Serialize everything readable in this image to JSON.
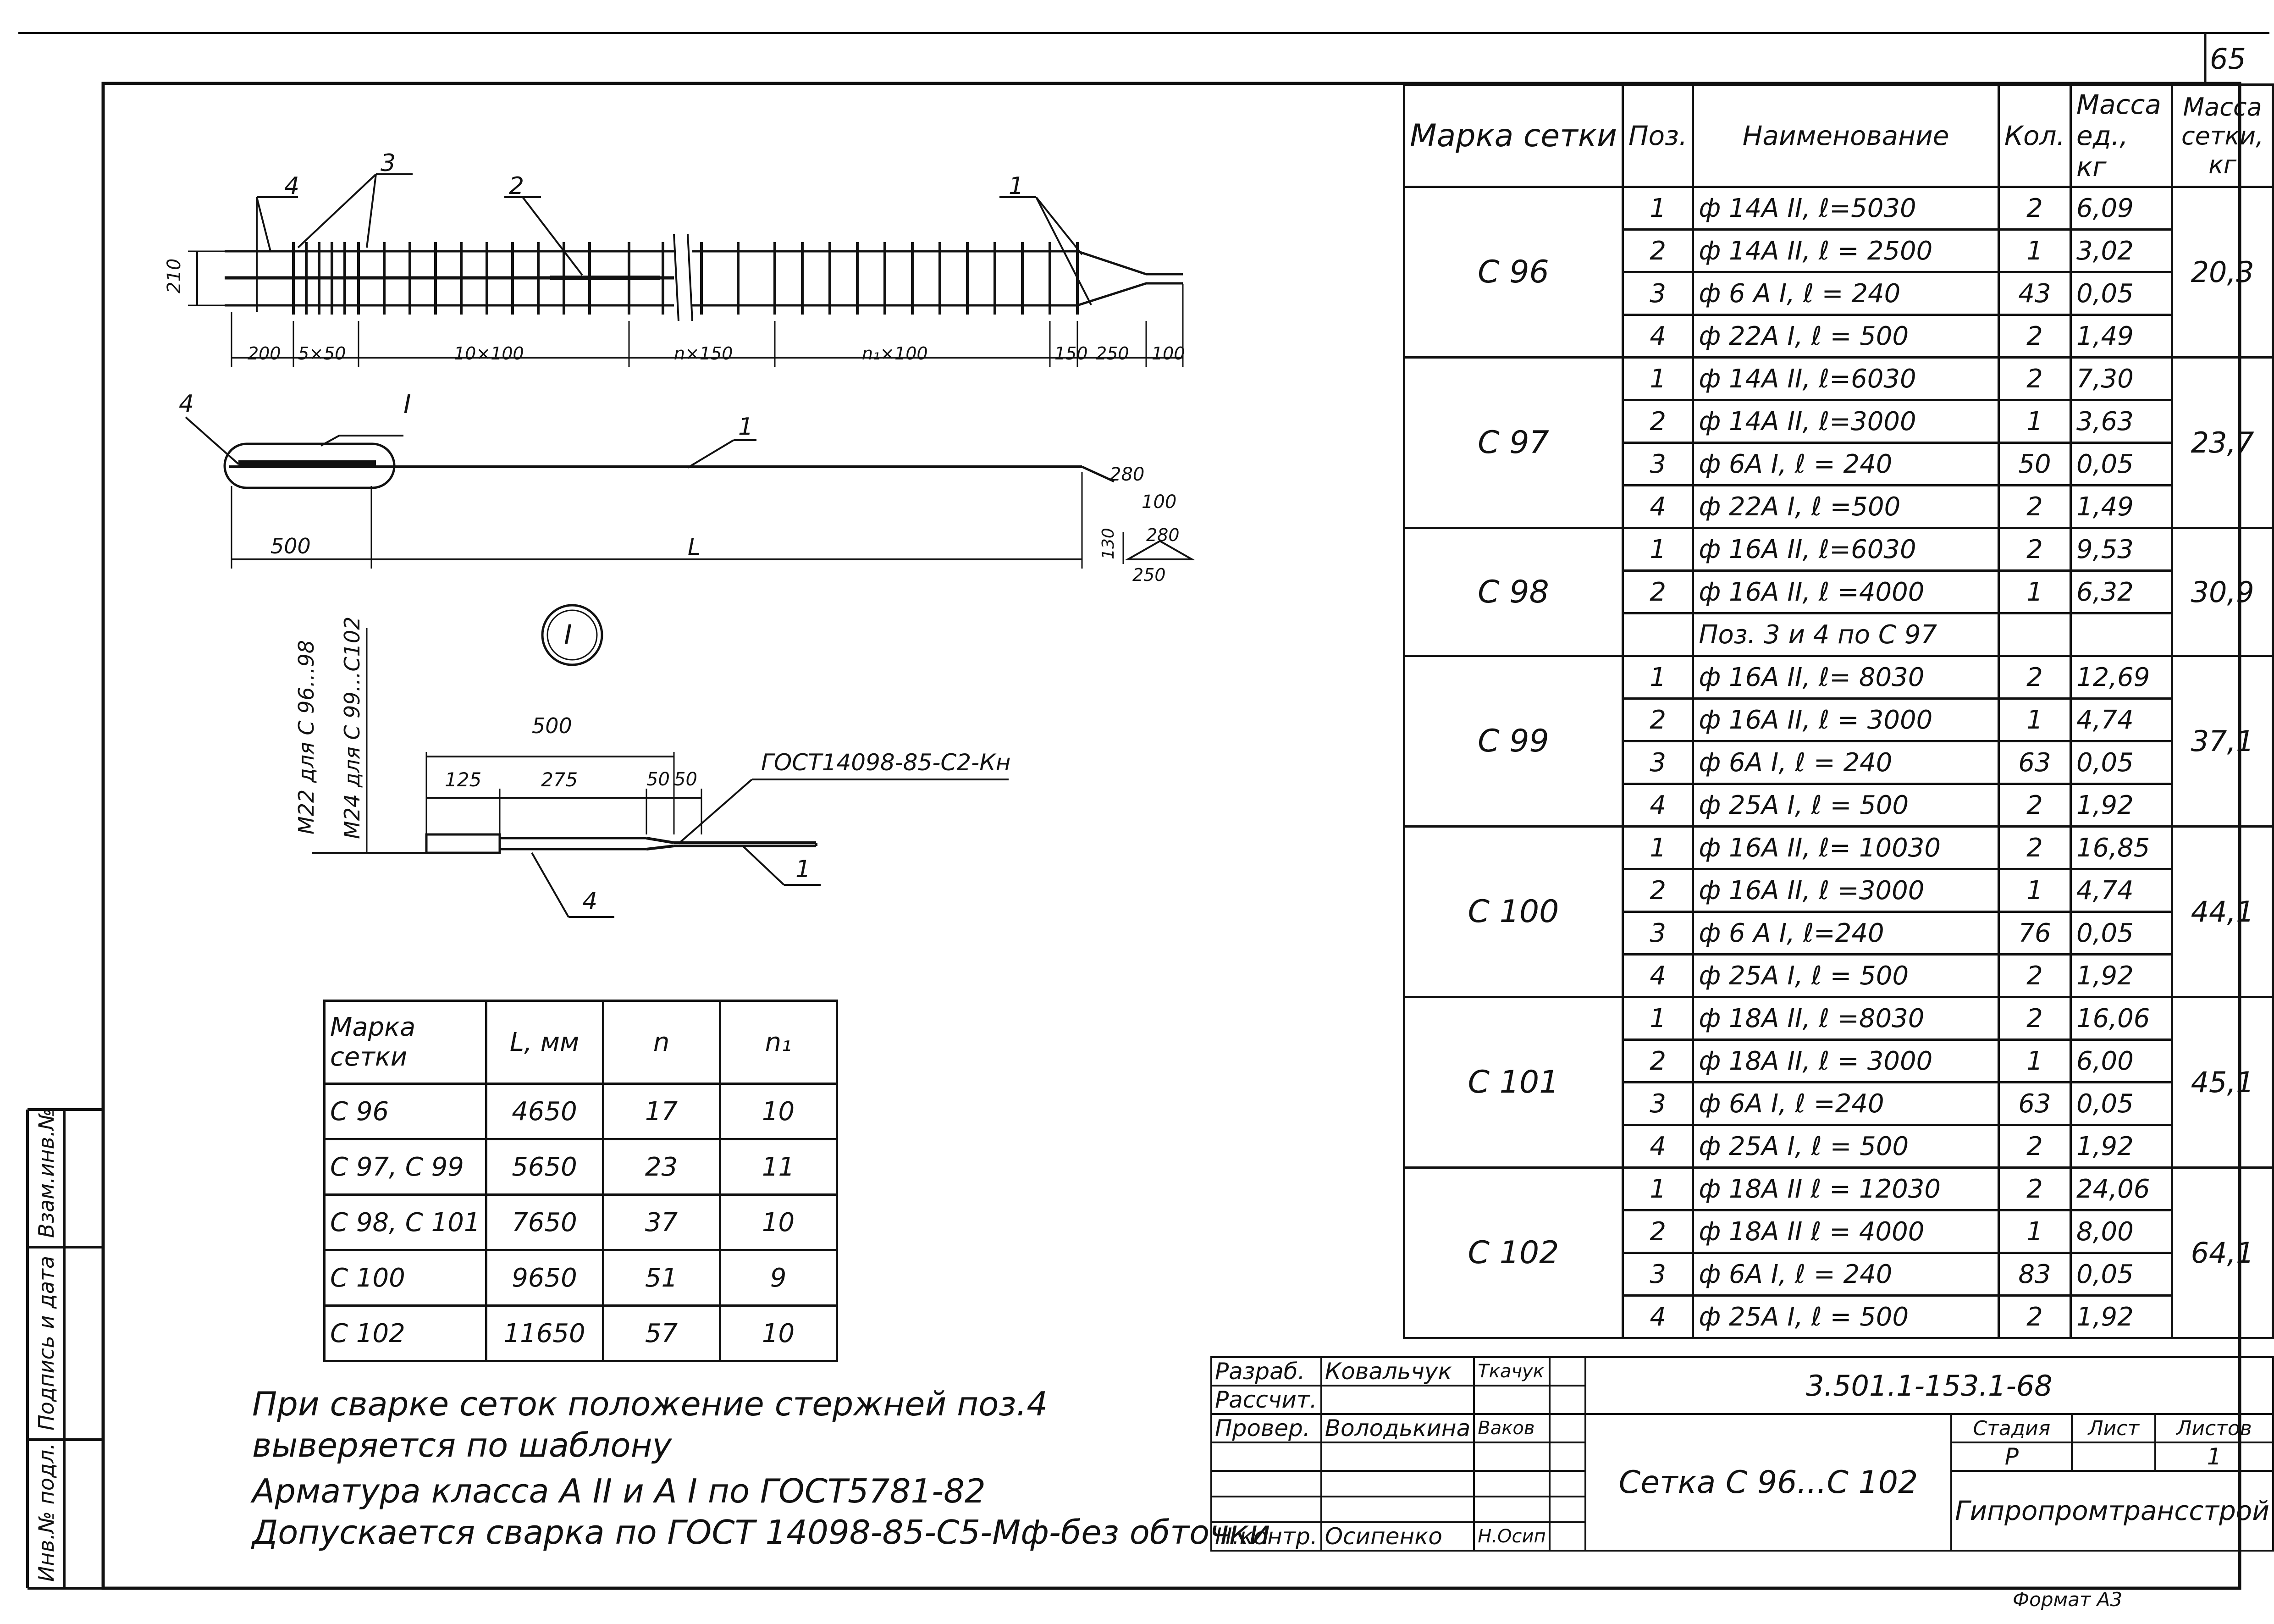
{
  "page_number": "65",
  "spec_table": {
    "headers": {
      "mark": "Марка сетки",
      "pos": "Поз.",
      "name": "Наименование",
      "qty": "Кол.",
      "unit_mass": "Масса ед., кг",
      "total_mass": "Масса сетки, кг"
    },
    "groups": [
      {
        "mark": "С 96",
        "total": "20,3",
        "rows": [
          {
            "pos": "1",
            "name": "ф 14А II, ℓ=5030",
            "qty": "2",
            "mass": "6,09"
          },
          {
            "pos": "2",
            "name": "ф 14А II, ℓ = 2500",
            "qty": "1",
            "mass": "3,02"
          },
          {
            "pos": "3",
            "name": "ф 6 А I, ℓ = 240",
            "qty": "43",
            "mass": "0,05"
          },
          {
            "pos": "4",
            "name": "ф 22А I, ℓ = 500",
            "qty": "2",
            "mass": "1,49"
          }
        ]
      },
      {
        "mark": "С 97",
        "total": "23,7",
        "rows": [
          {
            "pos": "1",
            "name": "ф 14А II, ℓ=6030",
            "qty": "2",
            "mass": "7,30"
          },
          {
            "pos": "2",
            "name": "ф 14А II, ℓ=3000",
            "qty": "1",
            "mass": "3,63"
          },
          {
            "pos": "3",
            "name": "ф 6А I, ℓ = 240",
            "qty": "50",
            "mass": "0,05"
          },
          {
            "pos": "4",
            "name": "ф 22А I, ℓ =500",
            "qty": "2",
            "mass": "1,49"
          }
        ]
      },
      {
        "mark": "С 98",
        "total": "30,9",
        "rows": [
          {
            "pos": "1",
            "name": "ф 16А II, ℓ=6030",
            "qty": "2",
            "mass": "9,53"
          },
          {
            "pos": "2",
            "name": "ф 16А II, ℓ =4000",
            "qty": "1",
            "mass": "6,32"
          },
          {
            "pos": "",
            "name": "Поз. 3 и 4 по С 97",
            "qty": "",
            "mass": ""
          }
        ]
      },
      {
        "mark": "С 99",
        "total": "37,1",
        "rows": [
          {
            "pos": "1",
            "name": "ф 16А II, ℓ= 8030",
            "qty": "2",
            "mass": "12,69"
          },
          {
            "pos": "2",
            "name": "ф 16А II, ℓ = 3000",
            "qty": "1",
            "mass": "4,74"
          },
          {
            "pos": "3",
            "name": "ф 6А I, ℓ = 240",
            "qty": "63",
            "mass": "0,05"
          },
          {
            "pos": "4",
            "name": "ф 25А I, ℓ = 500",
            "qty": "2",
            "mass": "1,92"
          }
        ]
      },
      {
        "mark": "С 100",
        "total": "44,1",
        "rows": [
          {
            "pos": "1",
            "name": "ф 16А II, ℓ= 10030",
            "qty": "2",
            "mass": "16,85"
          },
          {
            "pos": "2",
            "name": "ф 16А II, ℓ =3000",
            "qty": "1",
            "mass": "4,74"
          },
          {
            "pos": "3",
            "name": "ф 6 А I, ℓ=240",
            "qty": "76",
            "mass": "0,05"
          },
          {
            "pos": "4",
            "name": "ф 25А I, ℓ = 500",
            "qty": "2",
            "mass": "1,92"
          }
        ]
      },
      {
        "mark": "С 101",
        "total": "45,1",
        "rows": [
          {
            "pos": "1",
            "name": "ф 18А II, ℓ =8030",
            "qty": "2",
            "mass": "16,06"
          },
          {
            "pos": "2",
            "name": "ф 18А II, ℓ = 3000",
            "qty": "1",
            "mass": "6,00"
          },
          {
            "pos": "3",
            "name": "ф 6А I, ℓ =240",
            "qty": "63",
            "mass": "0,05"
          },
          {
            "pos": "4",
            "name": "ф 25А I, ℓ = 500",
            "qty": "2",
            "mass": "1,92"
          }
        ]
      },
      {
        "mark": "С 102",
        "total": "64,1",
        "rows": [
          {
            "pos": "1",
            "name": "ф 18А II ℓ = 12030",
            "qty": "2",
            "mass": "24,06"
          },
          {
            "pos": "2",
            "name": "ф 18А II ℓ = 4000",
            "qty": "1",
            "mass": "8,00"
          },
          {
            "pos": "3",
            "name": "ф 6А I, ℓ = 240",
            "qty": "83",
            "mass": "0,05"
          },
          {
            "pos": "4",
            "name": "ф 25А I, ℓ = 500",
            "qty": "2",
            "mass": "1,92"
          }
        ]
      }
    ]
  },
  "small_table": {
    "headers": [
      "Марка сетки",
      "L, мм",
      "n",
      "n₁"
    ],
    "rows": [
      [
        "С 96",
        "4650",
        "17",
        "10"
      ],
      [
        "С 97, С 99",
        "5650",
        "23",
        "11"
      ],
      [
        "С 98, С 101",
        "7650",
        "37",
        "10"
      ],
      [
        "С 100",
        "9650",
        "51",
        "9"
      ],
      [
        "С 102",
        "11650",
        "57",
        "10"
      ]
    ]
  },
  "drawing": {
    "top_dims": [
      "200",
      "5×50",
      "10×100",
      "n×150",
      "n₁×100",
      "150",
      "250",
      "100"
    ],
    "top_height": "210",
    "callouts": [
      "4",
      "3",
      "2",
      "1"
    ],
    "side": {
      "callout_4": "4",
      "callout_I": "I",
      "callout_1": "1",
      "dim_500": "500",
      "dim_L": "L",
      "d280a": "280",
      "d100": "100",
      "d130": "130",
      "d280b": "280",
      "d250": "250"
    },
    "detail": {
      "marker": "I",
      "side_label_1": "М22 для С 96...98",
      "side_label_2": "М24 для С 99...С102",
      "d500": "500",
      "d125": "125",
      "d275": "275",
      "d50a": "50",
      "d50b": "50",
      "weld": "ГОСТ14098-85-С2-Кн",
      "callout_4": "4",
      "callout_1": "1"
    }
  },
  "notes": [
    "При сварке сеток положение стержней поз.4",
    "выверяется по шаблону",
    "Арматура класса А II и А I по ГОСТ5781-82",
    "Допускается сварка по ГОСТ 14098-85-С5-Мф-без обточки"
  ],
  "title_block": {
    "roles": [
      "Разраб.",
      "Рассчит.",
      "Провер.",
      "",
      "",
      "",
      "Н.контр."
    ],
    "names": [
      "Ковальчук",
      "",
      "Володькина",
      "",
      "",
      "",
      "Осипенко"
    ],
    "signatures": [
      "Ткачук",
      "",
      "Ваков",
      "",
      "",
      "",
      "Н.Осип"
    ],
    "doc_code": "3.501.1-153.1-68",
    "title": "Сетка С 96...С 102",
    "stage_label": "Стадия",
    "sheet_label": "Лист",
    "sheets_label": "Листов",
    "stage": "Р",
    "sheet": "",
    "sheets": "1",
    "org": "Гипропромтрансстрой"
  },
  "side_stamp": [
    "Инв.№ подл.",
    "Подпись и дата",
    "Взам.инв.№"
  ],
  "format": "Формат А3"
}
